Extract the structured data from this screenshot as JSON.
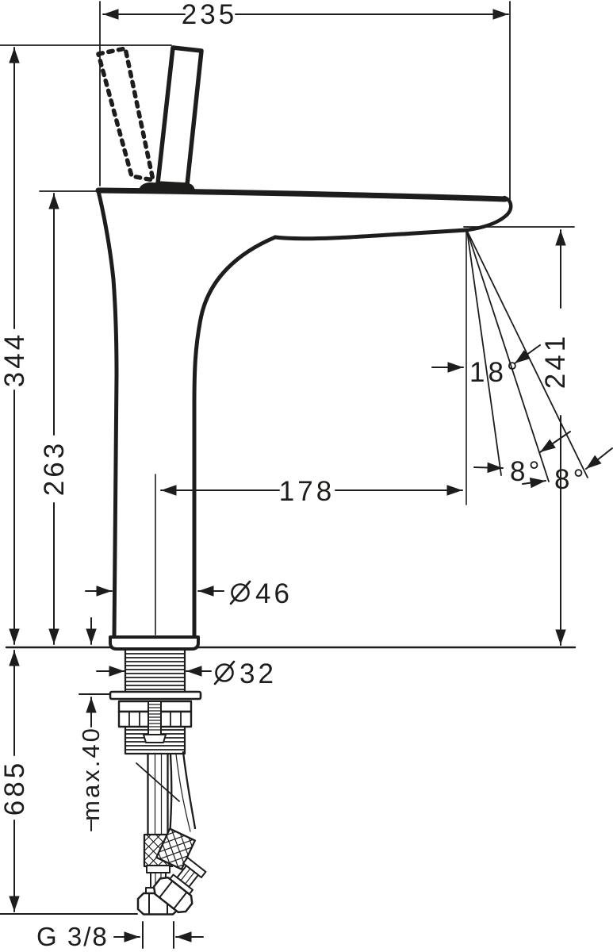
{
  "drawing": {
    "background": "#ffffff",
    "line_color": "#1d1d1b",
    "diameter_symbol": "⌀",
    "dims": {
      "total_width": "235",
      "total_height": "344",
      "spout_top_height": "263",
      "outlet_height": "241",
      "spout_reach": "178",
      "angle_center": "18°",
      "angle_upper": "8°",
      "angle_lower": "8°",
      "body_diameter": "46",
      "shank_diameter": "32",
      "clamp_range": "max.40",
      "hose_length": "685",
      "thread_size": "G 3/8"
    }
  }
}
